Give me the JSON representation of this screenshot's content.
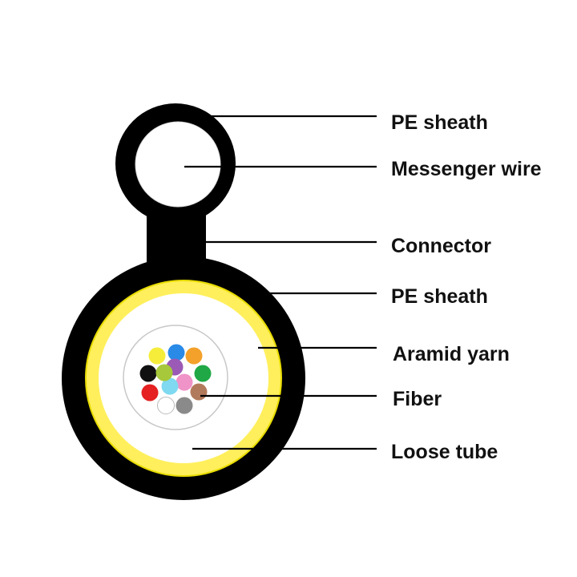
{
  "colors": {
    "background": "#ffffff",
    "sheath": "#000000",
    "aramid_yarn": "#ffef5c",
    "aramid_edge": "#e8dc00",
    "loose_tube_interior": "#ffffff",
    "tube_outline": "#c8c8c8"
  },
  "labels": {
    "pe_sheath_top": "PE sheath",
    "messenger_wire": "Messenger wire",
    "connector": "Connector",
    "pe_sheath_main": "PE sheath",
    "aramid_yarn": "Aramid yarn",
    "fiber": "Fiber",
    "loose_tube": "Loose tube"
  },
  "fibers": [
    {
      "color_name": "blue",
      "hex": "#2a8ae8"
    },
    {
      "color_name": "orange",
      "hex": "#f3a12a"
    },
    {
      "color_name": "green",
      "hex": "#1fa845"
    },
    {
      "color_name": "brown",
      "hex": "#b27a5c"
    },
    {
      "color_name": "slate",
      "hex": "#8a8a8a"
    },
    {
      "color_name": "white",
      "hex": "#ffffff"
    },
    {
      "color_name": "red",
      "hex": "#e52121"
    },
    {
      "color_name": "black",
      "hex": "#111111"
    },
    {
      "color_name": "yellow",
      "hex": "#f5ed3a"
    },
    {
      "color_name": "violet",
      "hex": "#9a5ab5"
    },
    {
      "color_name": "rose",
      "hex": "#ef93c8"
    },
    {
      "color_name": "aqua",
      "hex": "#7fd9f0"
    },
    {
      "color_name": "lime",
      "hex": "#a6c83a"
    }
  ]
}
